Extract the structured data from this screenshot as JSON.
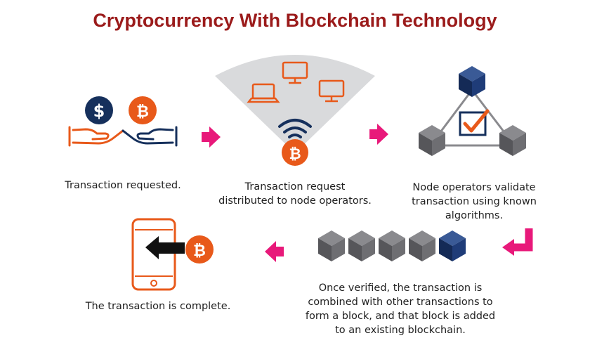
{
  "title": "Cryptocurrency With Blockchain Technology",
  "steps": [
    {
      "lines": [
        "Transaction requested."
      ]
    },
    {
      "lines": [
        "Transaction request",
        "distributed to node operators."
      ]
    },
    {
      "lines": [
        "Node operators validate",
        "transaction using known",
        "algorithms."
      ]
    },
    {
      "lines": [
        "Once verified, the transaction is",
        "combined with other transactions to",
        "form a block, and that block is added",
        "to an existing blockchain."
      ]
    },
    {
      "lines": [
        "The transaction is complete."
      ]
    }
  ],
  "glyphs": {
    "dollar": "$",
    "bitcoin": "₿"
  },
  "colors": {
    "title": "#9b1b1b",
    "accent": "#e8591a",
    "navy": "#16305c",
    "arrow": "#e8197a",
    "cube": "#5b5b5e",
    "cube_highlight": "#1c3a73",
    "fan": "#d9dadc"
  },
  "icons": [
    "dollar-coin-icon",
    "bitcoin-coin-icon",
    "giving-hand-icon",
    "receiving-hand-icon",
    "laptop-icon",
    "desktop-monitor-icon",
    "wifi-icon",
    "checkmark-box-icon",
    "cube-icon",
    "smartphone-icon",
    "left-arrow-icon",
    "right-arrow-icon"
  ]
}
